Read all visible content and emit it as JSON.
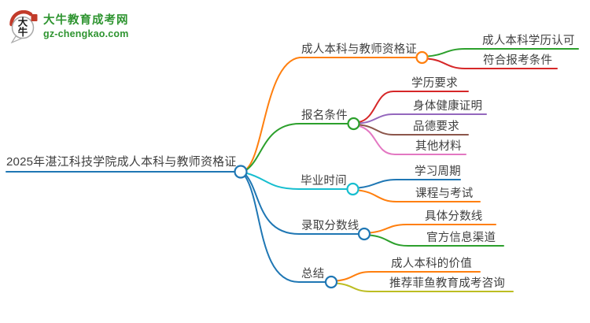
{
  "logo": {
    "icon": "daniu-speech-bubble",
    "icon_char_top": "大",
    "icon_char_bottom": "牛",
    "brand": "大牛教育成考网",
    "domain": "gz-chengkao.com",
    "brand_color": "#2e9430",
    "seal_color": "#c23b2a",
    "bubble_stroke": "#a9a9a9",
    "ink_color": "#1a1a1a"
  },
  "colors": {
    "text": "#3f3f3f",
    "background": "#ffffff"
  },
  "mindmap": {
    "root": {
      "label": "2025年湛江科技学院成人本科与教师资格证",
      "color": "#1f77b4"
    },
    "branches": [
      {
        "label": "成人本科与教师资格证",
        "color": "#ff7f0e",
        "children": [
          {
            "label": "成人本科学历认可",
            "color": "#2ca02c"
          },
          {
            "label": "符合报考条件",
            "color": "#d62728"
          }
        ]
      },
      {
        "label": "报名条件",
        "color": "#2ca02c",
        "children": [
          {
            "label": "学历要求",
            "color": "#d62728"
          },
          {
            "label": "身体健康证明",
            "color": "#9467bd"
          },
          {
            "label": "品德要求",
            "color": "#8c564b"
          },
          {
            "label": "其他材料",
            "color": "#e377c2"
          }
        ]
      },
      {
        "label": "毕业时间",
        "color": "#17becf",
        "children": [
          {
            "label": "学习周期",
            "color": "#1f77b4"
          },
          {
            "label": "课程与考试",
            "color": "#ff7f0e"
          }
        ]
      },
      {
        "label": "录取分数线",
        "color": "#1f77b4",
        "children": [
          {
            "label": "具体分数线",
            "color": "#ff7f0e"
          },
          {
            "label": "官方信息渠道",
            "color": "#2ca02c"
          }
        ]
      },
      {
        "label": "总结",
        "color": "#1f77b4",
        "children": [
          {
            "label": "成人本科的价值",
            "color": "#ff7f0e"
          },
          {
            "label": "推荐菲鱼教育成考咨询",
            "color": "#bcbd22"
          }
        ]
      }
    ]
  }
}
